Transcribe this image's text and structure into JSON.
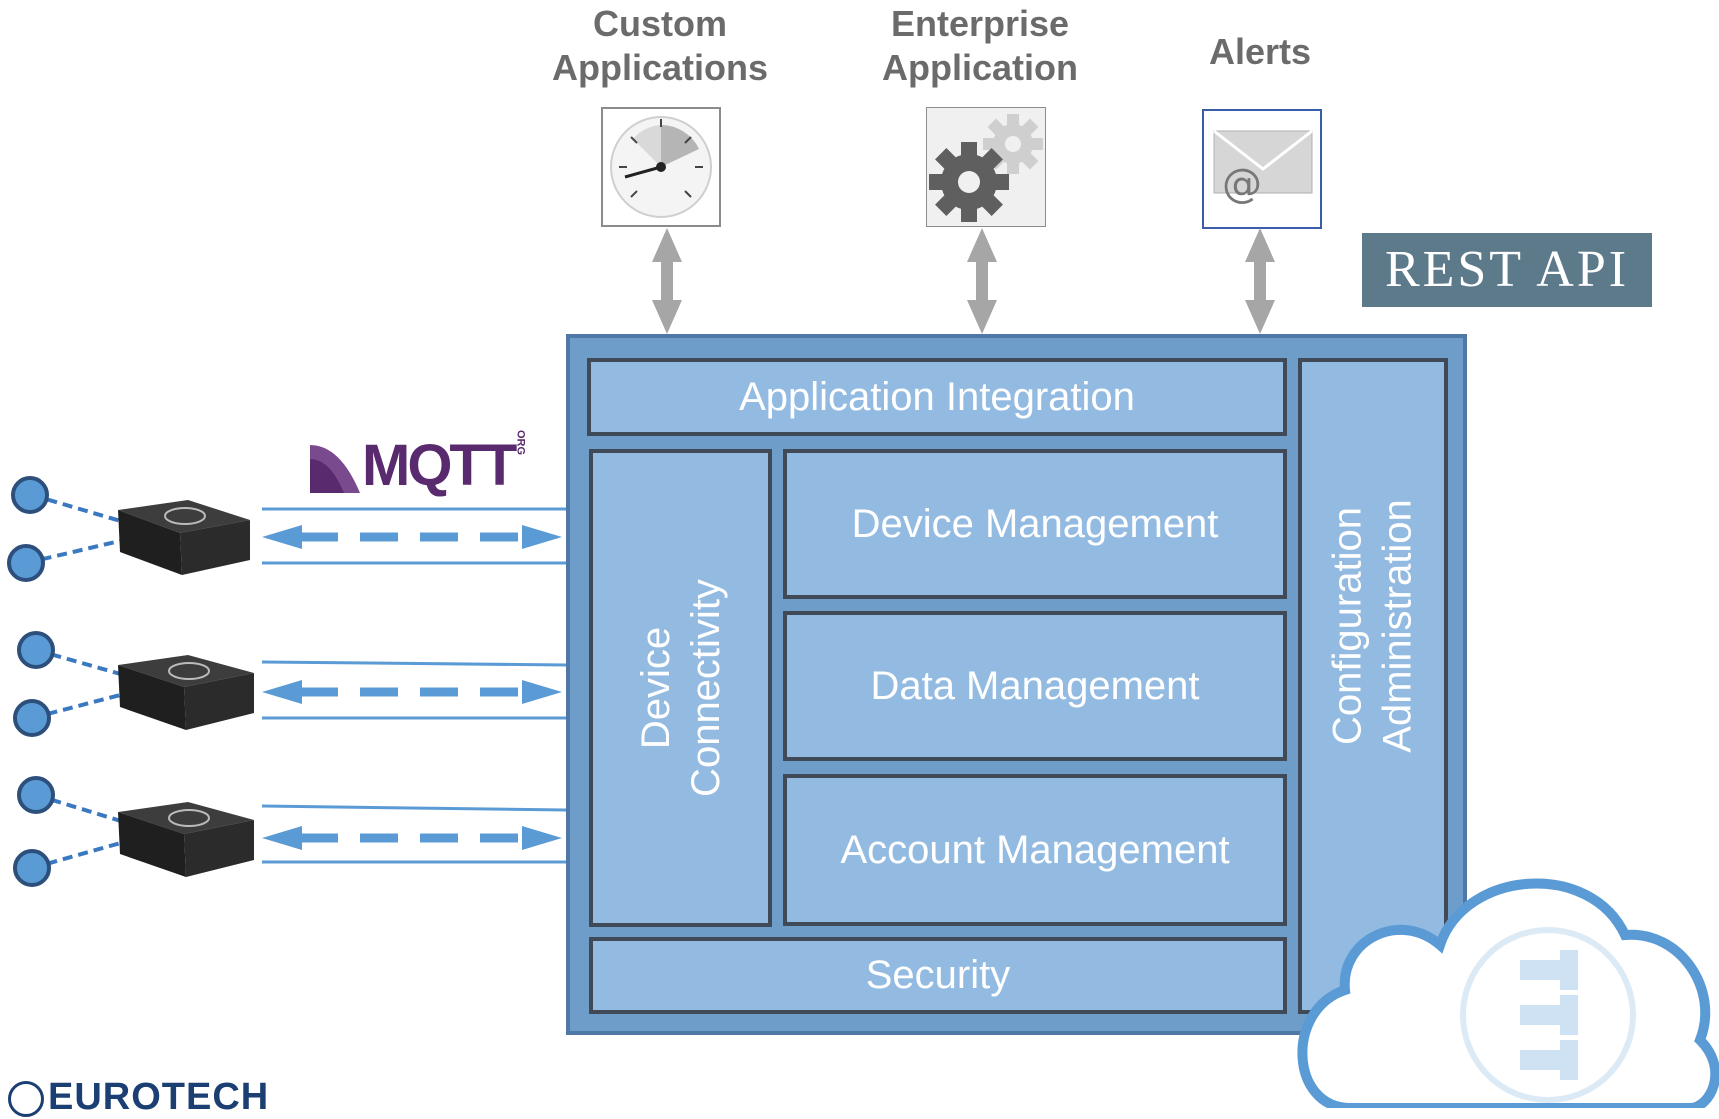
{
  "top_apps": [
    {
      "label": "Custom\nApplications",
      "icon": "gauge-icon"
    },
    {
      "label": "Enterprise\nApplication",
      "icon": "gears-icon"
    },
    {
      "label": "Alerts",
      "icon": "email-icon",
      "glyph": "@"
    }
  ],
  "rest_api": "REST API",
  "blocks": {
    "app_integration": "Application Integration",
    "device_connectivity": "Device\nConnectivity",
    "device_management": "Device Management",
    "data_management": "Data Management",
    "account_management": "Account Management",
    "security": "Security",
    "config_admin": "Configuration\nAdministration"
  },
  "mqtt": {
    "text": "MQTT",
    "suffix": "ORG"
  },
  "brand": "EUROTECH",
  "colors": {
    "outer": "#6f9dc9",
    "block": "#93bbe2",
    "block_border": "#3f4a56",
    "line": "#5b9bd5",
    "arrow_gray": "#a6a6a6",
    "label_gray": "#6b6b6b",
    "rest_bg": "#5d7a8b"
  }
}
